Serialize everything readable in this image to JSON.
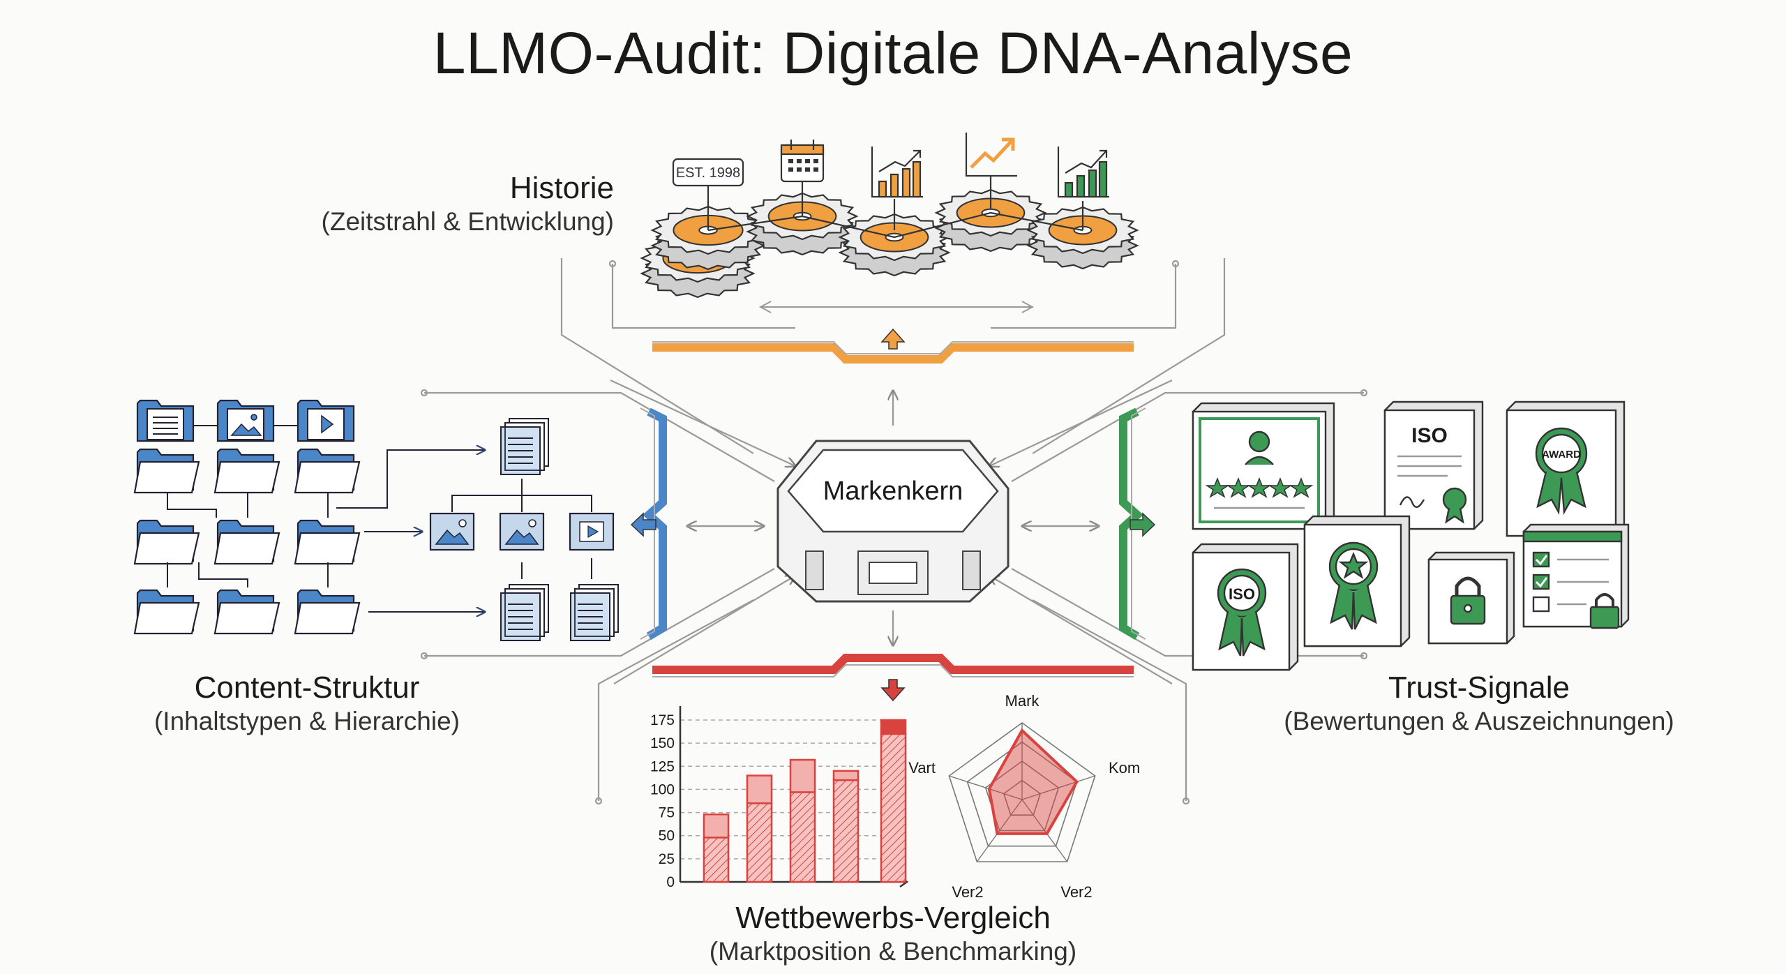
{
  "title": "LLMO-Audit: Digitale DNA-Analyse",
  "core": {
    "label": "Markenkern"
  },
  "sections": {
    "historie": {
      "heading": "Historie",
      "subtitle": "(Zeitstrahl & Entwicklung)",
      "badge": "EST. 1998",
      "accent": "#f0a040"
    },
    "content": {
      "heading": "Content-Struktur",
      "subtitle": "(Inhaltstypen & Hierarchie)",
      "accent": "#4a86c8"
    },
    "trust": {
      "heading": "Trust-Signale",
      "subtitle": "(Bewertungen & Auszeichnungen)",
      "accent": "#3c9a55",
      "badges": {
        "iso_doc": "ISO",
        "award": "AWARD",
        "iso_seal": "ISO"
      }
    },
    "wettbewerb": {
      "heading": "Wettbewerbs-Vergleich",
      "subtitle": "(Marktposition & Benchmarking)",
      "accent": "#d9433f"
    }
  },
  "colors": {
    "chart_red": "#d9433f",
    "chart_fill": "#f3b1ad",
    "line_gray": "#9a9a9a"
  },
  "chart_data": [
    {
      "type": "bar",
      "categories": [
        "",
        "",
        "",
        "",
        ""
      ],
      "series": [
        {
          "values": [
            48,
            85,
            97,
            110,
            160
          ]
        },
        {
          "values": [
            25,
            30,
            35,
            10,
            15
          ]
        }
      ],
      "ylim": [
        0,
        175
      ],
      "yticks": [
        0,
        25,
        50,
        75,
        100,
        125,
        150,
        175
      ],
      "grid": true
    },
    {
      "type": "radar",
      "axes": [
        "Mark",
        "Kom",
        "Ver2",
        "Ver2",
        "Vart"
      ],
      "values": [
        0.9,
        0.75,
        0.55,
        0.55,
        0.45
      ],
      "rings": 4
    }
  ]
}
